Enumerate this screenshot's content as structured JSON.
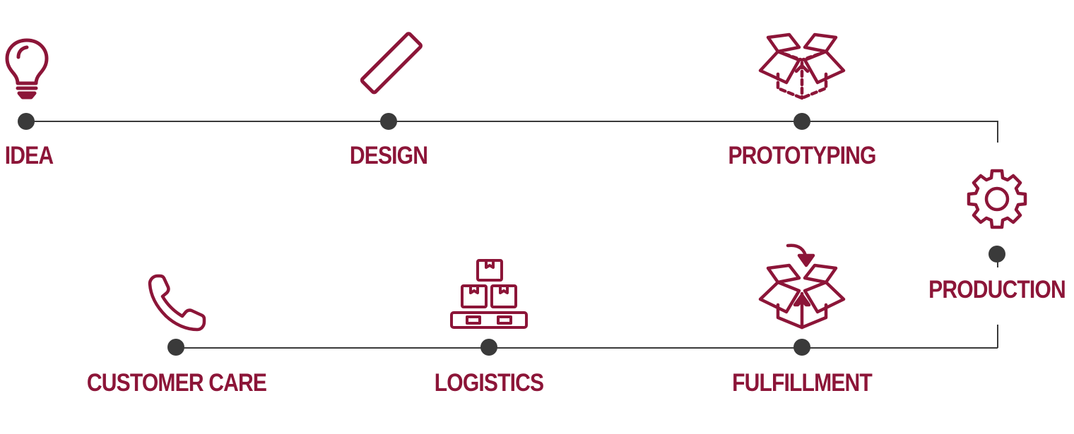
{
  "colors": {
    "accent": "#8c1538",
    "line": "#3a3a3a"
  },
  "steps": [
    {
      "label": "IDEA",
      "icon": "lightbulb-icon"
    },
    {
      "label": "DESIGN",
      "icon": "ruler-icon"
    },
    {
      "label": "PROTOTYPING",
      "icon": "dashed-open-box-icon"
    },
    {
      "label": "PRODUCTION",
      "icon": "gear-icon"
    },
    {
      "label": "FULFILLMENT",
      "icon": "open-box-arrow-icon"
    },
    {
      "label": "LOGISTICS",
      "icon": "pallet-boxes-icon"
    },
    {
      "label": "CUSTOMER CARE",
      "icon": "phone-icon"
    }
  ]
}
